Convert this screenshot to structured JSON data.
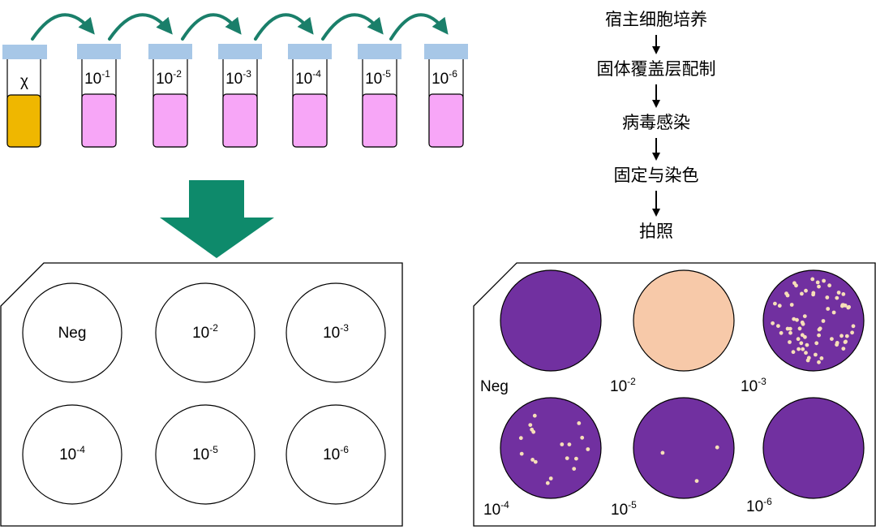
{
  "colors": {
    "arrow_green": "#1a7f6a",
    "big_arrow_green": "#0e8a6b",
    "cap_blue": "#a7c7e7",
    "stock_fill": "#efb700",
    "diluted_fill": "#f7a6f7",
    "stained_plate": "#7130a0",
    "clear_plate": "#f7c9a9",
    "plaque_dot": "#f7dfb8"
  },
  "dilution": {
    "stock_label": "χ",
    "base": "10",
    "tubes": [
      {
        "exp": "-1"
      },
      {
        "exp": "-2"
      },
      {
        "exp": "-3"
      },
      {
        "exp": "-4"
      },
      {
        "exp": "-5"
      },
      {
        "exp": "-6"
      }
    ]
  },
  "workflow": {
    "steps": [
      "宿主细胞培养",
      "固体覆盖层配制",
      "病毒感染",
      "固定与染色",
      "拍照"
    ]
  },
  "plate_template": {
    "wells": [
      {
        "label": "Neg",
        "base": "",
        "exp": ""
      },
      {
        "label": "",
        "base": "10",
        "exp": "-2"
      },
      {
        "label": "",
        "base": "10",
        "exp": "-3"
      },
      {
        "label": "",
        "base": "10",
        "exp": "-4"
      },
      {
        "label": "",
        "base": "10",
        "exp": "-5"
      },
      {
        "label": "",
        "base": "10",
        "exp": "-6"
      }
    ]
  },
  "plate_result": {
    "wells": [
      {
        "label": "Neg",
        "base": "",
        "exp": "",
        "state": "stained",
        "plaques": 0
      },
      {
        "label": "",
        "base": "10",
        "exp": "-2",
        "state": "cleared",
        "plaques": 0
      },
      {
        "label": "",
        "base": "10",
        "exp": "-3",
        "state": "stained",
        "plaques": 70
      },
      {
        "label": "",
        "base": "10",
        "exp": "-4",
        "state": "stained",
        "plaques": 18
      },
      {
        "label": "",
        "base": "10",
        "exp": "-5",
        "state": "stained",
        "plaques": 3
      },
      {
        "label": "",
        "base": "10",
        "exp": "-6",
        "state": "stained",
        "plaques": 0
      }
    ]
  }
}
